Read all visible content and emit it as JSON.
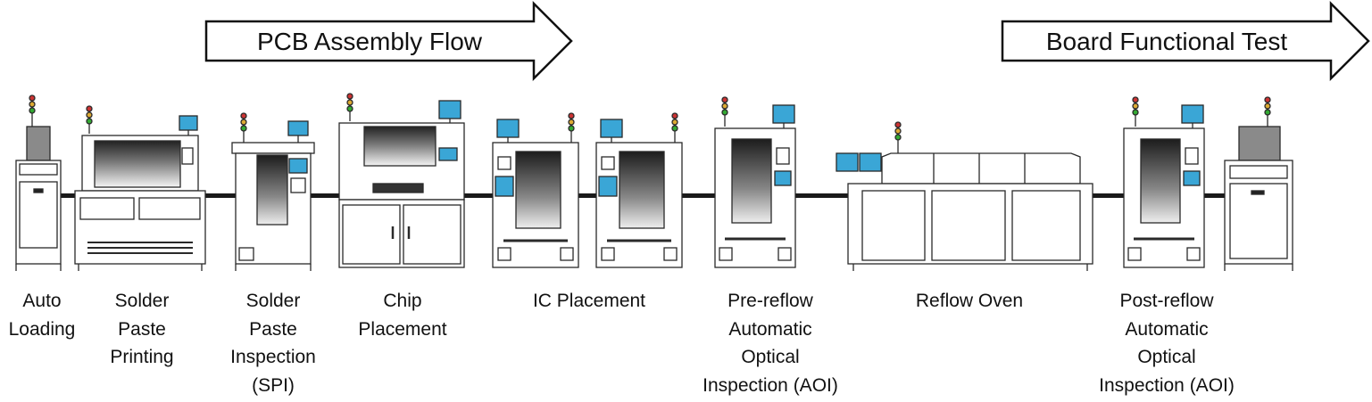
{
  "flow_arrows": [
    {
      "label": "PCB Assembly Flow"
    },
    {
      "label": "Board Functional Test"
    }
  ],
  "stations": [
    {
      "label": "Auto\nLoading"
    },
    {
      "label": "Solder\nPaste\nPrinting"
    },
    {
      "label": "Solder\nPaste\nInspection\n(SPI)"
    },
    {
      "label": "Chip\nPlacement"
    },
    {
      "label": "IC Placement"
    },
    {
      "label": "Pre-reflow\nAutomatic\nOptical\nInspection (AOI)"
    },
    {
      "label": "Reflow Oven"
    },
    {
      "label": "Post-reflow\nAutomatic\nOptical\nInspection (AOI)"
    }
  ],
  "colors": {
    "screen": "#3aa6d6",
    "line": "#1a1a1a",
    "stroke": "#2a2a2a"
  }
}
